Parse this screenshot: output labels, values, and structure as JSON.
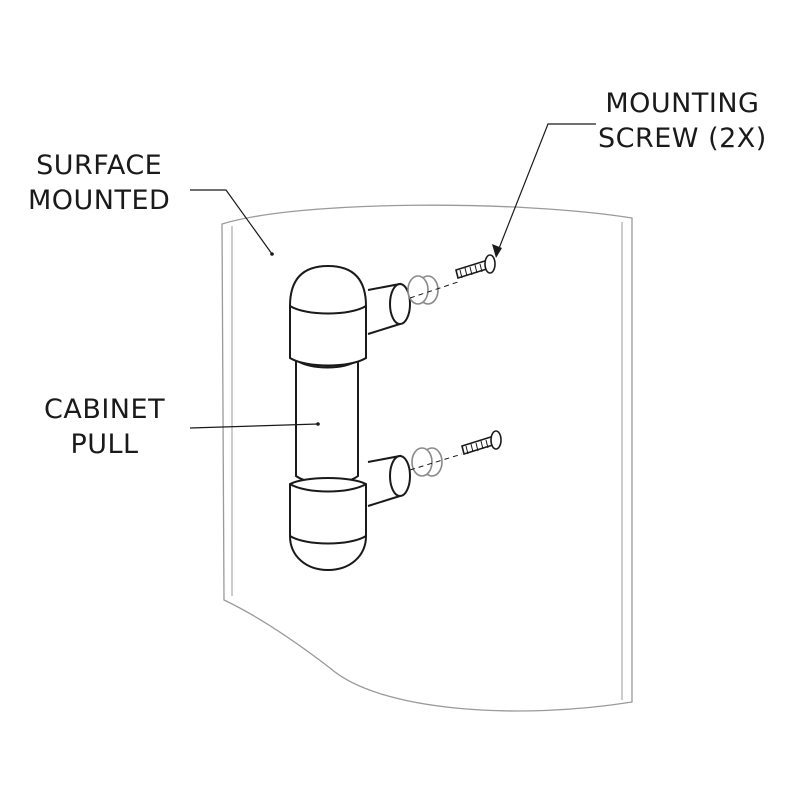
{
  "labels": {
    "surface_mounted": {
      "line1": "SURFACE",
      "line2": "MOUNTED"
    },
    "cabinet_pull": {
      "line1": "CABINET",
      "line2": "PULL"
    },
    "mounting_screw": {
      "line1": "MOUNTING",
      "line2": "SCREW (2X)"
    }
  },
  "colors": {
    "stroke": "#1a1a1a",
    "panel_stroke": "#9a9a9a",
    "background": "#ffffff"
  }
}
